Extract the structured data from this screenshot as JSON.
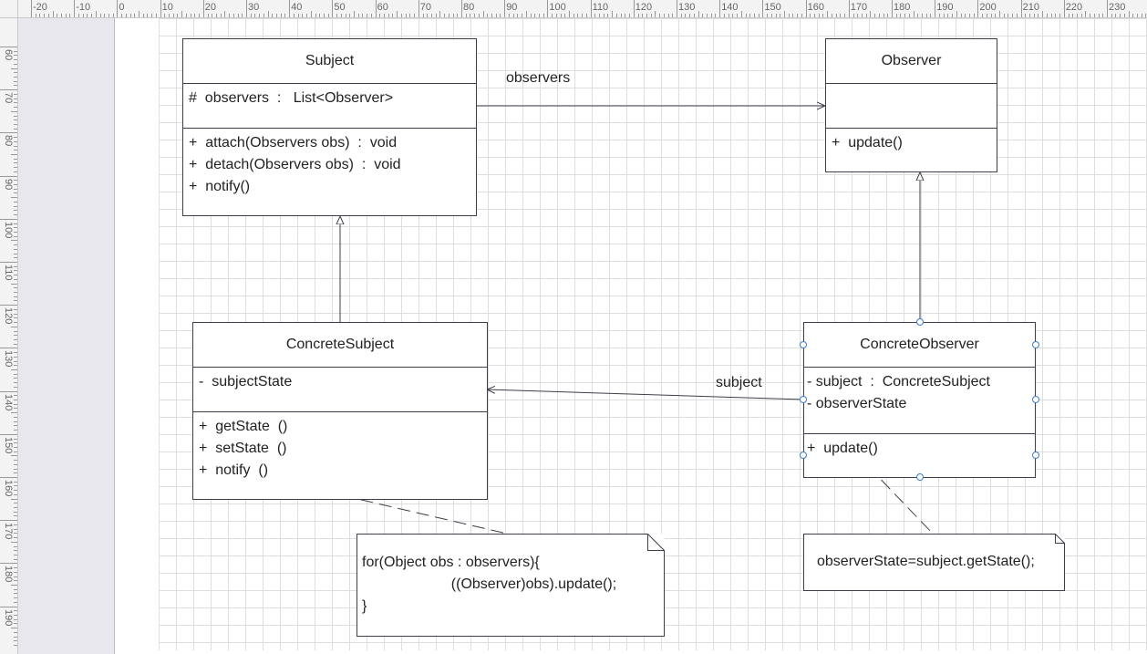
{
  "ruler": {
    "top_labels": [
      "-20",
      "-10",
      "0",
      "10",
      "20",
      "30",
      "40",
      "50",
      "60",
      "70",
      "80",
      "90",
      "100",
      "110",
      "120",
      "130",
      "140",
      "150",
      "160",
      "170",
      "180",
      "190",
      "200",
      "210",
      "220",
      "230"
    ],
    "left_labels": [
      "60",
      "70",
      "80",
      "90",
      "100",
      "110",
      "120",
      "130",
      "140",
      "150",
      "160",
      "170",
      "180",
      "190"
    ]
  },
  "classes": {
    "subject": {
      "name": "Subject",
      "attributes": [
        "#  observers  :   List<Observer>"
      ],
      "operations": [
        "+  attach(Observers obs)  :  void",
        "+  detach(Observers obs)  :  void",
        "+  notify()"
      ]
    },
    "observer": {
      "name": "Observer",
      "attributes": [],
      "operations": [
        "+  update()"
      ]
    },
    "concrete_subject": {
      "name": "ConcreteSubject",
      "attributes": [
        "-  subjectState"
      ],
      "operations": [
        "+  getState  ()",
        "+  setState  ()",
        "+  notify  ()"
      ]
    },
    "concrete_observer": {
      "name": "ConcreteObserver",
      "attributes": [
        "- subject  :  ConcreteSubject",
        "- observerState"
      ],
      "operations": [
        "+  update()"
      ]
    }
  },
  "associations": {
    "observers_label": "observers",
    "subject_label": "subject"
  },
  "notes": {
    "notify_note": [
      "for(Object obs : observers){",
      "                      ((Observer)obs).update();",
      "}"
    ],
    "update_note": [
      "observerState=subject.getState();"
    ]
  },
  "colors": {
    "line": "#3e3e4a",
    "grid": "#dedede",
    "selection_handle": "#3b7ad6",
    "gutter": "#e8e8ee"
  }
}
